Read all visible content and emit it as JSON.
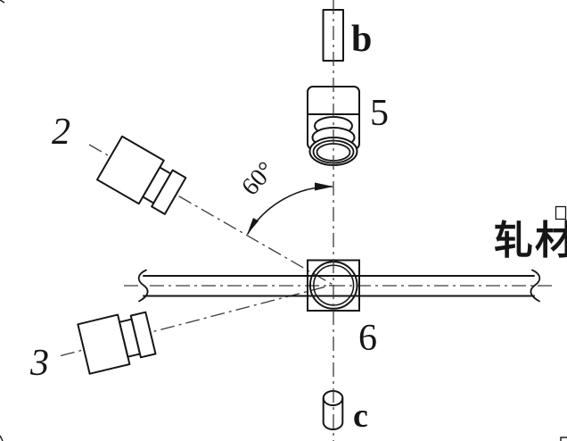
{
  "diagram": {
    "description": "engineering layout drawing of sensors around rolled stock",
    "labels": {
      "camera_upper": "2",
      "camera_lower": "3",
      "sensor_top": "5",
      "guide_center": "6",
      "part_top": "b",
      "part_bottom": "c",
      "angle": "60°",
      "material": "轧材"
    }
  },
  "colors": {
    "ink": "#161616",
    "axis": "#3c3c3c",
    "paper": "#ffffff"
  }
}
